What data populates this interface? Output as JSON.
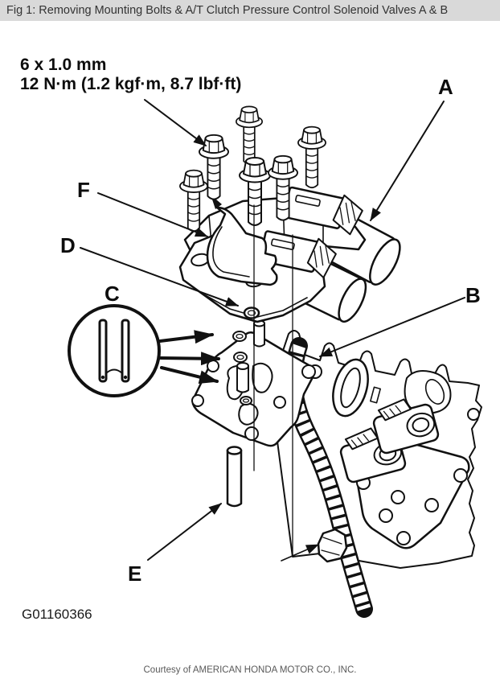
{
  "header": {
    "title": "Fig 1: Removing Mounting Bolts & A/T Clutch Pressure Control Solenoid Valves A & B"
  },
  "figure": {
    "torque_spec_line1": "6 x 1.0 mm",
    "torque_spec_line2": "12 N·m (1.2 kgf·m, 8.7 lbf·ft)",
    "callouts": {
      "a": "A",
      "b": "B",
      "c": "C",
      "d": "D",
      "e": "E",
      "f": "F"
    },
    "figure_id": "G01160366"
  },
  "footer": {
    "courtesy": "Courtesy of AMERICAN HONDA MOTOR CO., INC."
  },
  "colors": {
    "titlebar_bg": "#d9d9d9",
    "titlebar_text": "#333333",
    "line_art": "#111111",
    "courtesy_text": "#595959",
    "page_bg": "#ffffff"
  }
}
